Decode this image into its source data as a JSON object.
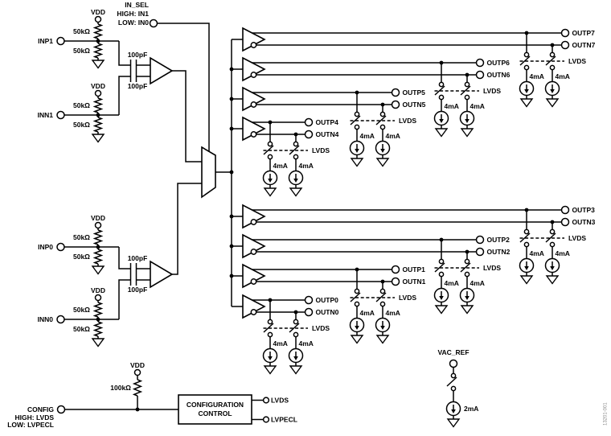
{
  "diagram": {
    "colors": {
      "line": "#000000",
      "bg": "#ffffff",
      "watermark": "#8c8c8c"
    },
    "labels": {
      "vdd": "VDD",
      "r50": "50kΩ",
      "r100k": "100kΩ",
      "c100": "100pF",
      "i4ma": "4mA",
      "i2ma": "2mA",
      "lvds_mode": "LVDS",
      "watermark": "13201-001"
    },
    "in_sel": {
      "name": "IN_SEL",
      "high": "HIGH: IN1",
      "low": "LOW: IN0"
    },
    "inputs": [
      {
        "p": "INP1",
        "n": "INN1"
      },
      {
        "p": "INP0",
        "n": "INN0"
      }
    ],
    "channels": [
      {
        "p": "OUTP7",
        "n": "OUTN7"
      },
      {
        "p": "OUTP6",
        "n": "OUTN6"
      },
      {
        "p": "OUTP5",
        "n": "OUTN5"
      },
      {
        "p": "OUTP4",
        "n": "OUTN4"
      },
      {
        "p": "OUTP3",
        "n": "OUTN3"
      },
      {
        "p": "OUTP2",
        "n": "OUTN2"
      },
      {
        "p": "OUTP1",
        "n": "OUTN1"
      },
      {
        "p": "OUTP0",
        "n": "OUTN0"
      }
    ],
    "config": {
      "label": "CONFIG",
      "high": "HIGH: LVDS",
      "low": "LOW: LVPECL",
      "block": [
        "CONFIGURATION",
        "CONTROL"
      ],
      "outputs": [
        "LVDS",
        "LVPECL"
      ]
    },
    "vac_ref": {
      "label": "VAC_REF"
    }
  }
}
